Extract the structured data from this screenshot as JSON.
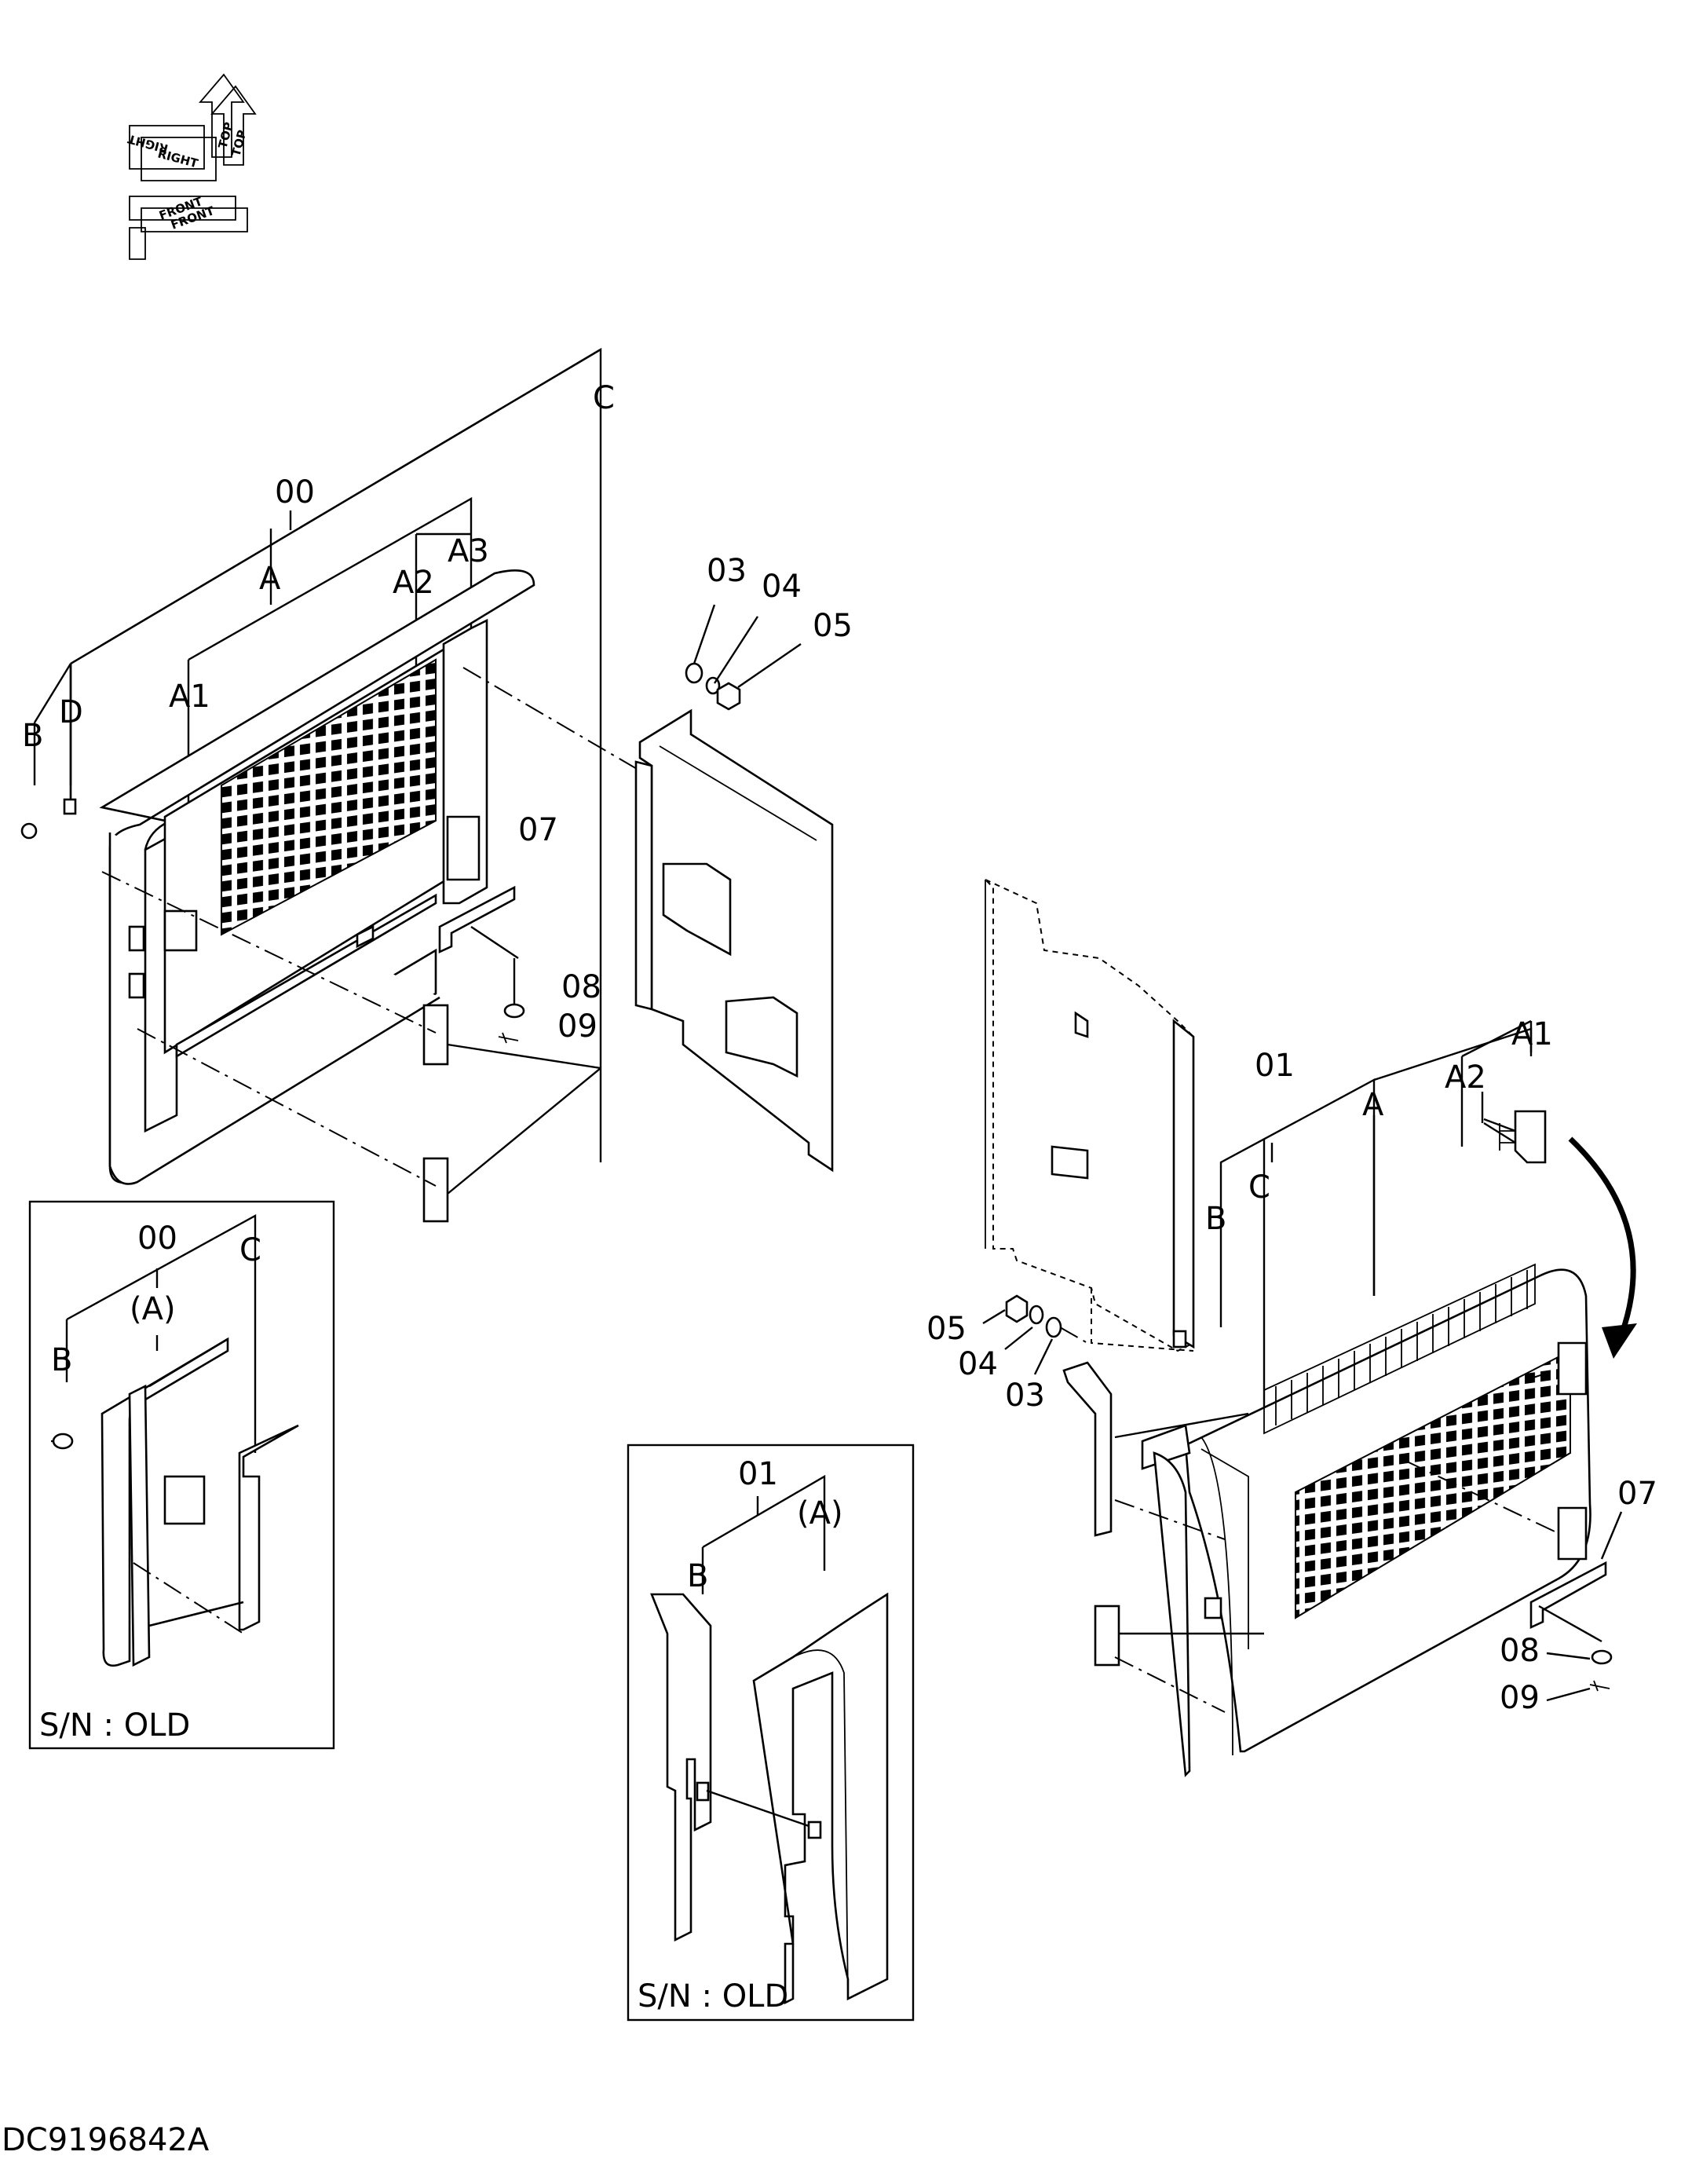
{
  "orientation": {
    "top": "TOP",
    "right": "RIGHT",
    "front": "FRONT"
  },
  "callouts": {
    "left": {
      "assy": "00",
      "A": "A",
      "A1": "A1",
      "A2": "A2",
      "A3": "A3",
      "B": "B",
      "C": "C",
      "D": "D",
      "p03": "03",
      "p04": "04",
      "p05": "05",
      "p07": "07",
      "p08": "08",
      "p09": "09"
    },
    "right": {
      "assy": "01",
      "A": "A",
      "A1": "A1",
      "A2": "A2",
      "B": "B",
      "C": "C",
      "p03": "03",
      "p04": "04",
      "p05": "05",
      "p07": "07",
      "p08": "08",
      "p09": "09"
    },
    "inset_left": {
      "assy": "00",
      "A": "(A)",
      "B": "B",
      "C": "C",
      "serial": "S/N : OLD"
    },
    "inset_bottom": {
      "assy": "01",
      "A": "(A)",
      "B": "B",
      "serial": "S/N : OLD"
    }
  },
  "drawing_code": "DC9196842A"
}
